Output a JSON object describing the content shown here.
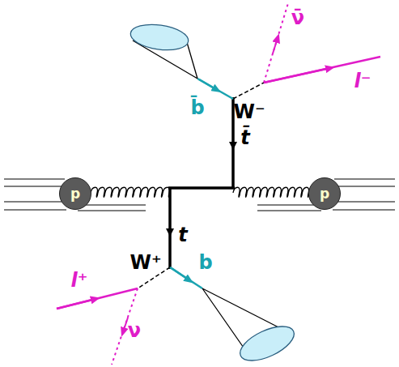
{
  "diagram": {
    "nodes": [
      {
        "text": [
          "p"
        ]
      },
      {
        "text": [
          "p"
        ]
      }
    ],
    "labels": [
      "ν̄",
      "l⁻",
      "b̄",
      "W⁻",
      "t̄",
      "t",
      "W⁺",
      "b",
      "l⁺",
      "ν"
    ]
  }
}
